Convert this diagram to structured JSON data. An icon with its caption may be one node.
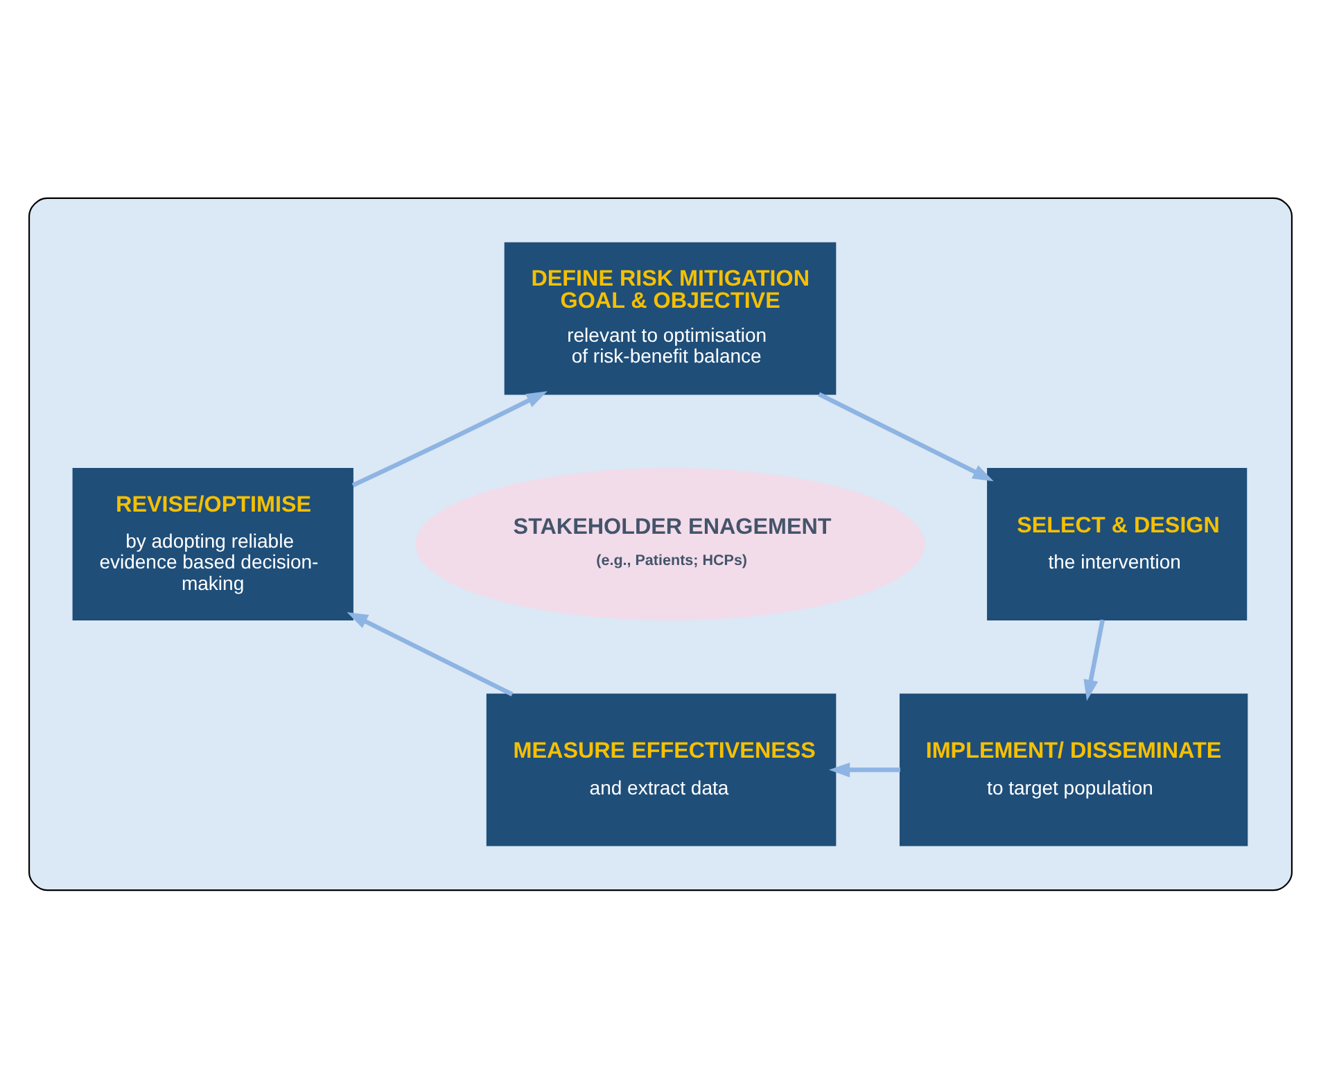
{
  "diagram": {
    "nodes": [
      {
        "text": [],
        "shape": "ellipse"
      },
      {
        "text": [
          "DEFINE RISK MITIGATION GOAL & OBJECTIVE",
          "relevant to optimisation of risk-benefit balance"
        ],
        "in": 0
      },
      {
        "text": [
          "SELECT & DESIGN",
          "the intervention"
        ],
        "in": 0
      },
      {
        "text": [
          "IMPLEMENT/ DISSEMINATE",
          "to target population"
        ],
        "in": 0
      },
      {
        "text": [
          "MEASURE EFFECTIVENESS",
          "and extract data"
        ],
        "in": 0
      },
      {
        "text": [
          "REVISE/OPTIMISE",
          "by adopting reliable evidence based decision-making"
        ],
        "in": 0
      },
      {
        "text": [
          "STAKEHOLDER ENAGEMENT",
          "(e.g., Patients; HCPs)"
        ],
        "in": 0
      }
    ],
    "edges": [
      {
        "from": 1,
        "to": 2,
        "arrow": "to"
      },
      {
        "from": 2,
        "to": 3,
        "arrow": "to"
      },
      {
        "from": 3,
        "to": 4,
        "arrow": "to"
      },
      {
        "from": 4,
        "to": 5,
        "arrow": "to"
      },
      {
        "from": 5,
        "to": 1,
        "arrow": "to"
      }
    ]
  }
}
